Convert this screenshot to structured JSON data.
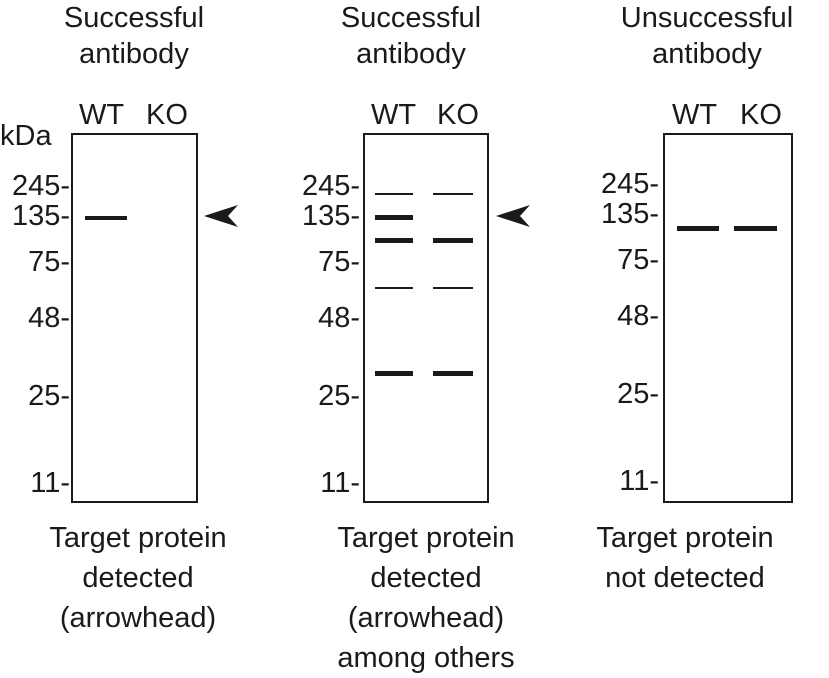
{
  "unit_label": "kDa",
  "panels": [
    {
      "title": [
        "Successful",
        "antibody"
      ],
      "lanes": [
        "WT",
        "KO"
      ],
      "markers": [
        "245-",
        "135-",
        "75-",
        "48-",
        "25-",
        "11-"
      ],
      "caption": [
        "Target protein",
        "detected",
        "(arrowhead)"
      ],
      "has_arrowhead": true
    },
    {
      "title": [
        "Successful",
        "antibody"
      ],
      "lanes": [
        "WT",
        "KO"
      ],
      "markers": [
        "245-",
        "135-",
        "75-",
        "48-",
        "25-",
        "11-"
      ],
      "caption": [
        "Target protein",
        "detected",
        "(arrowhead)",
        "among others"
      ],
      "has_arrowhead": true
    },
    {
      "title": [
        "Unsuccessful",
        "antibody"
      ],
      "lanes": [
        "WT",
        "KO"
      ],
      "markers": [
        "245-",
        "135-",
        "75-",
        "48-",
        "25-",
        "11-"
      ],
      "caption": [
        "Target protein",
        "not detected"
      ],
      "has_arrowhead": false
    }
  ],
  "colors": {
    "ink": "#1a1a1a",
    "background": "#ffffff"
  }
}
